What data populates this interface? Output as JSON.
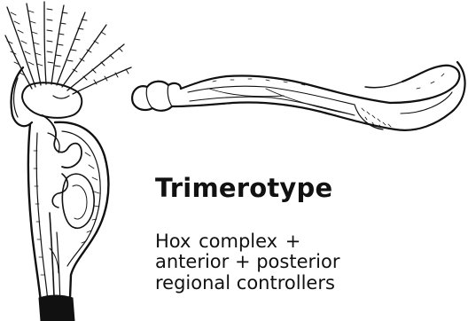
{
  "diagram": {
    "title": "Trimerotype",
    "caption_lines": [
      "Hox complex    +",
      "anterior + posterior",
      "regional controllers"
    ]
  },
  "colors": {
    "ink": "#111111",
    "paper": "#ffffff"
  }
}
